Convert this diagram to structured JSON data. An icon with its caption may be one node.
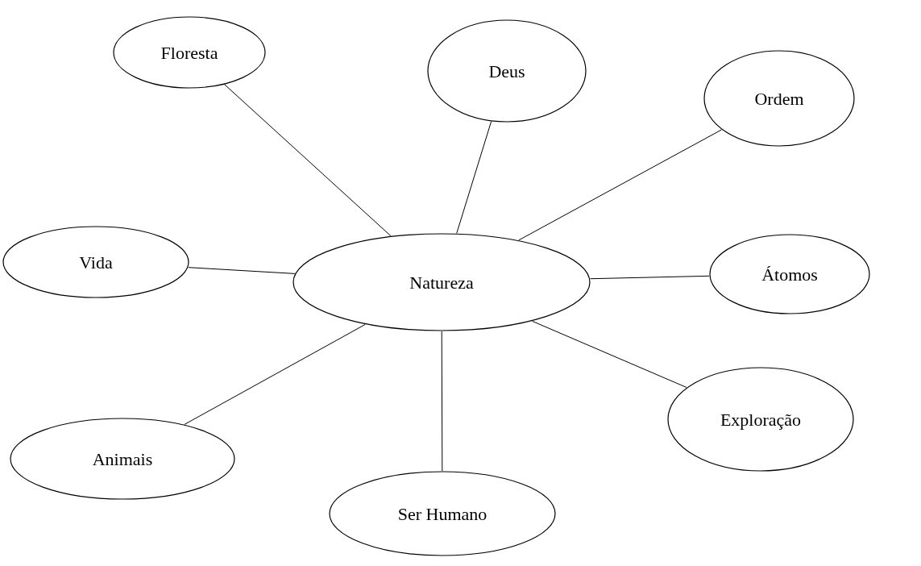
{
  "diagram": {
    "nodes": [
      {
        "text": [
          "Floresta"
        ]
      },
      {
        "text": [
          "Deus"
        ]
      },
      {
        "text": [
          "Ordem"
        ]
      },
      {
        "text": [
          "Vida"
        ]
      },
      {
        "text": [
          "Natureza"
        ]
      },
      {
        "text": [
          "Átomos"
        ]
      },
      {
        "text": [
          "Exploração"
        ]
      },
      {
        "text": [
          "Animais"
        ]
      },
      {
        "text": [
          "Ser Humano"
        ]
      }
    ],
    "edges": [
      {
        "from": 4,
        "to": 0,
        "arrow": "none"
      },
      {
        "from": 4,
        "to": 1,
        "arrow": "none"
      },
      {
        "from": 4,
        "to": 2,
        "arrow": "none"
      },
      {
        "from": 4,
        "to": 3,
        "arrow": "none"
      },
      {
        "from": 4,
        "to": 5,
        "arrow": "none"
      },
      {
        "from": 4,
        "to": 6,
        "arrow": "none"
      },
      {
        "from": 4,
        "to": 7,
        "arrow": "none"
      },
      {
        "from": 4,
        "to": 8,
        "arrow": "none"
      }
    ]
  }
}
